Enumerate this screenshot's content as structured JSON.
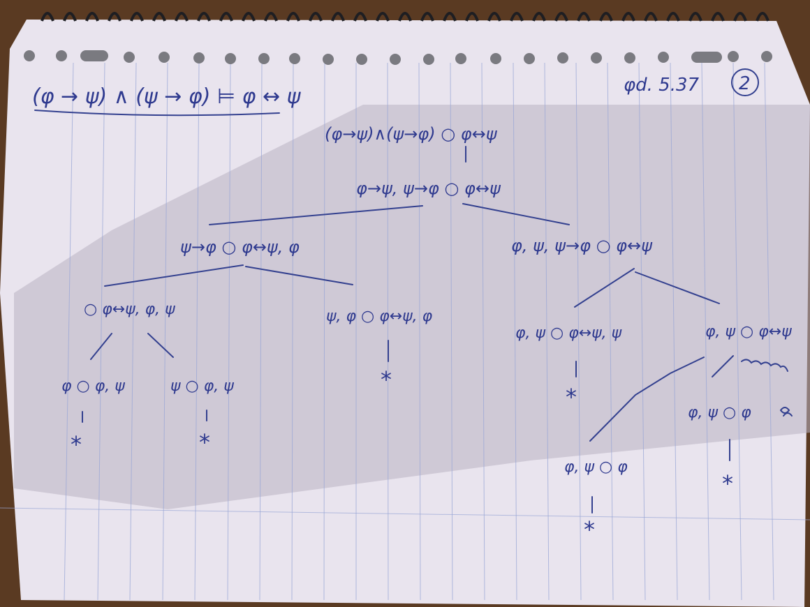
{
  "photo": {
    "subject": "notebook-page",
    "colors": {
      "table": "#5a3a22",
      "paper": "#e9e4ee",
      "paper_shadow": "#b9b2c2",
      "rule_lines": "#9aa7d6",
      "ink": "#2f3a8f",
      "spiral": "#1e1e22"
    }
  },
  "page": {
    "header_formula": "(φ → ψ) ∧ (ψ → φ) ⊨ φ ↔ ψ",
    "exercise_ref": "φd. 5.37",
    "exercise_number": "2",
    "tableau": {
      "root": "(φ→ψ)∧(ψ→φ) ○ φ↔ψ",
      "level1": "φ→ψ, ψ→φ ○ φ↔ψ",
      "left_branch": "ψ→φ ○ φ↔ψ, φ",
      "right_branch": "φ, ψ, ψ→φ ○ φ↔ψ",
      "ll": "○ φ↔ψ, φ, ψ",
      "lr": "ψ, φ ○ φ↔ψ, φ",
      "rl": "φ, ψ ○ φ↔ψ, ψ",
      "rr": "φ, ψ ○ φ↔ψ",
      "lll": "φ ○ φ, ψ",
      "llr": "ψ ○ φ, ψ",
      "rrl": "φ, ψ ○ φ",
      "rrr": "φ, ψ ○ φ",
      "closed_mark": "*"
    }
  }
}
